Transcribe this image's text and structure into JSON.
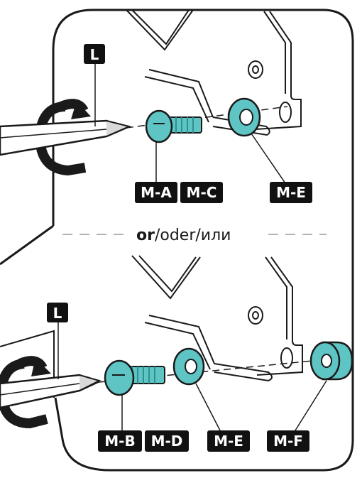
{
  "tool_label": "L",
  "separator": {
    "bold": "or",
    "rest": "/oder/или"
  },
  "top_panel": {
    "labels": [
      "M-A",
      "M-C",
      "M-E"
    ]
  },
  "bottom_panel": {
    "labels": [
      "M-B",
      "M-D",
      "M-E",
      "M-F"
    ]
  },
  "colors": {
    "part": "#5ec5c4",
    "part_dark": "#2f8f90",
    "line": "#1a1a1a",
    "label_bg": "#111111",
    "dash": "#b3b3b3"
  },
  "icons": [
    "screwdriver-icon",
    "rotate-arrow-icon",
    "screw-icon",
    "washer-icon",
    "spacer-icon",
    "bracket-icon"
  ]
}
